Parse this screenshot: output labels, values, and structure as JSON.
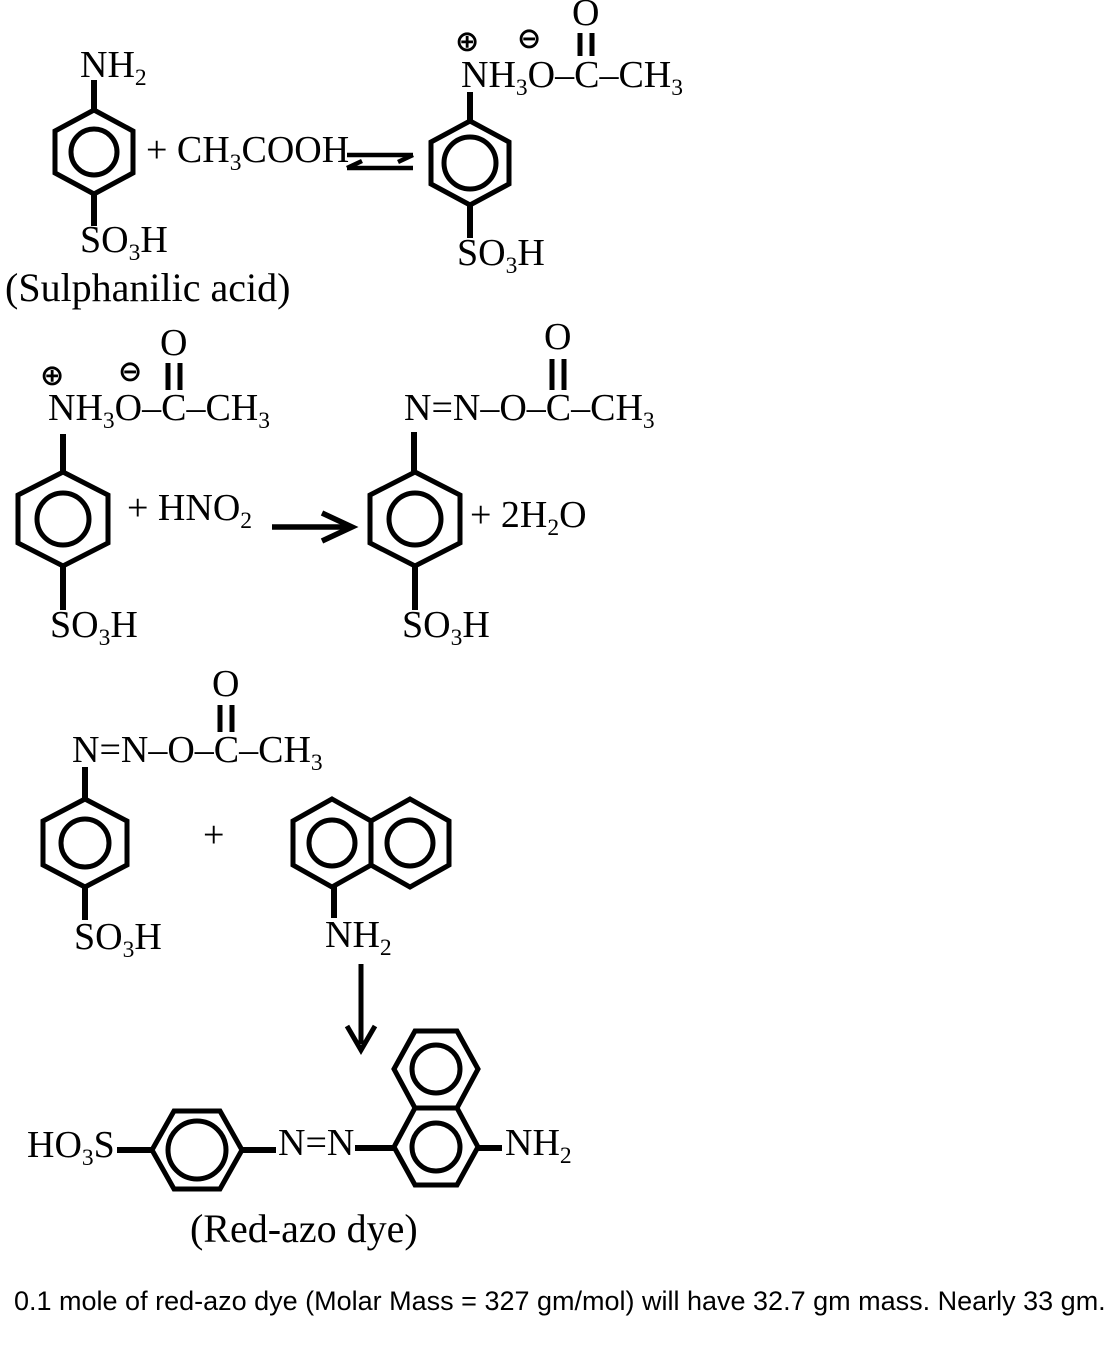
{
  "colors": {
    "ink": "#000000",
    "background": "#ffffff"
  },
  "step1": {
    "reactant": {
      "amine": "NH_2_",
      "sulfo": "SO_3_H",
      "name": "(Sulphanilic acid)"
    },
    "reagent": "+ CH_3_COOH",
    "product": {
      "plus_charge": "⊕",
      "minus_charge": "⊖",
      "carbonyl_oxygen": "O",
      "chain": "NH_3_O–C–CH_3_",
      "sulfo": "SO_3_H"
    }
  },
  "step2": {
    "reactant": {
      "plus_charge": "⊕",
      "minus_charge": "⊖",
      "carbonyl_oxygen": "O",
      "chain": "NH_3_O–C–CH_3_",
      "sulfo": "SO_3_H"
    },
    "reagent": "+ HNO_2_",
    "product": {
      "carbonyl_oxygen": "O",
      "chain": "N=N–O–C–CH_3_",
      "sulfo": "SO_3_H"
    },
    "byproduct": "+ 2H_2_O"
  },
  "step3": {
    "diazoester": {
      "carbonyl_oxygen": "O",
      "chain": "N=N–O–C–CH_3_",
      "sulfo": "SO_3_H"
    },
    "plus": "+",
    "naphthylamine": {
      "amine": "NH_2_"
    }
  },
  "final_product": {
    "sulfo": "HO_3_S",
    "azo": "N=N",
    "amine": "NH_2_",
    "name": "(Red-azo dye)"
  },
  "conclusion": "0.1 mole of red-azo dye (Molar Mass = 327 gm/mol) will have 32.7 gm mass. Nearly 33 gm."
}
